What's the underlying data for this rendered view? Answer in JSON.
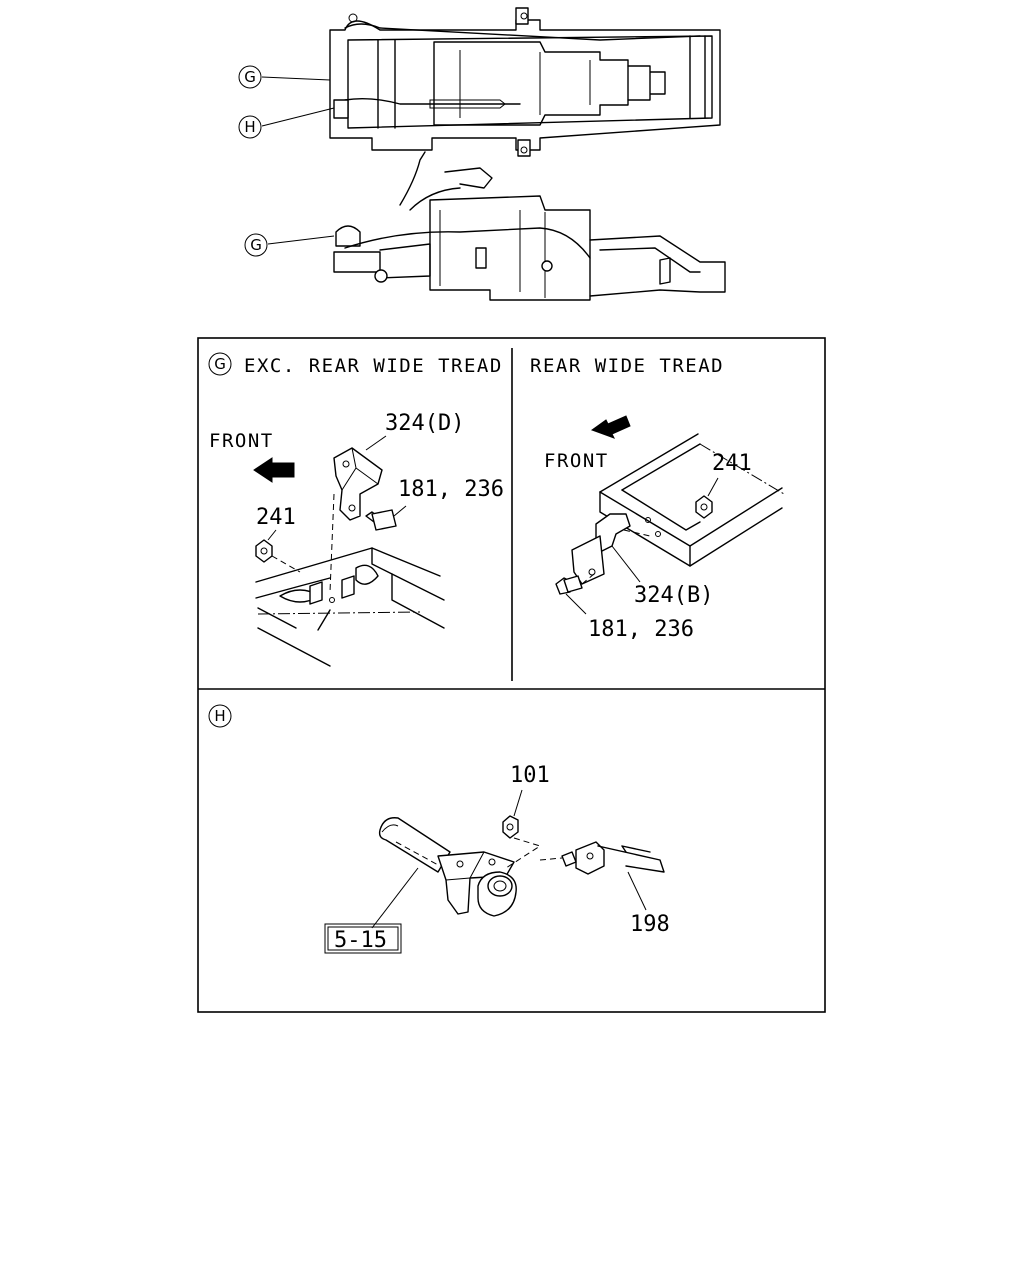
{
  "overview": {
    "callouts": [
      {
        "id": "g-top",
        "letter": "G"
      },
      {
        "id": "h-top",
        "letter": "H"
      },
      {
        "id": "g-side",
        "letter": "G"
      }
    ]
  },
  "panel_g_left": {
    "marker": "G",
    "title": "EXC. REAR WIDE TREAD",
    "front_label": "FRONT",
    "parts": {
      "bracket": "324(D)",
      "bolt": "181, 236",
      "nut": "241"
    }
  },
  "panel_g_right": {
    "title": "REAR WIDE TREAD",
    "front_label": "FRONT",
    "parts": {
      "nut": "241",
      "bracket": "324(B)",
      "bolt": "181, 236"
    }
  },
  "panel_h": {
    "marker": "H",
    "parts": {
      "nut": "101",
      "clip": "198",
      "ref": "5-15"
    }
  }
}
